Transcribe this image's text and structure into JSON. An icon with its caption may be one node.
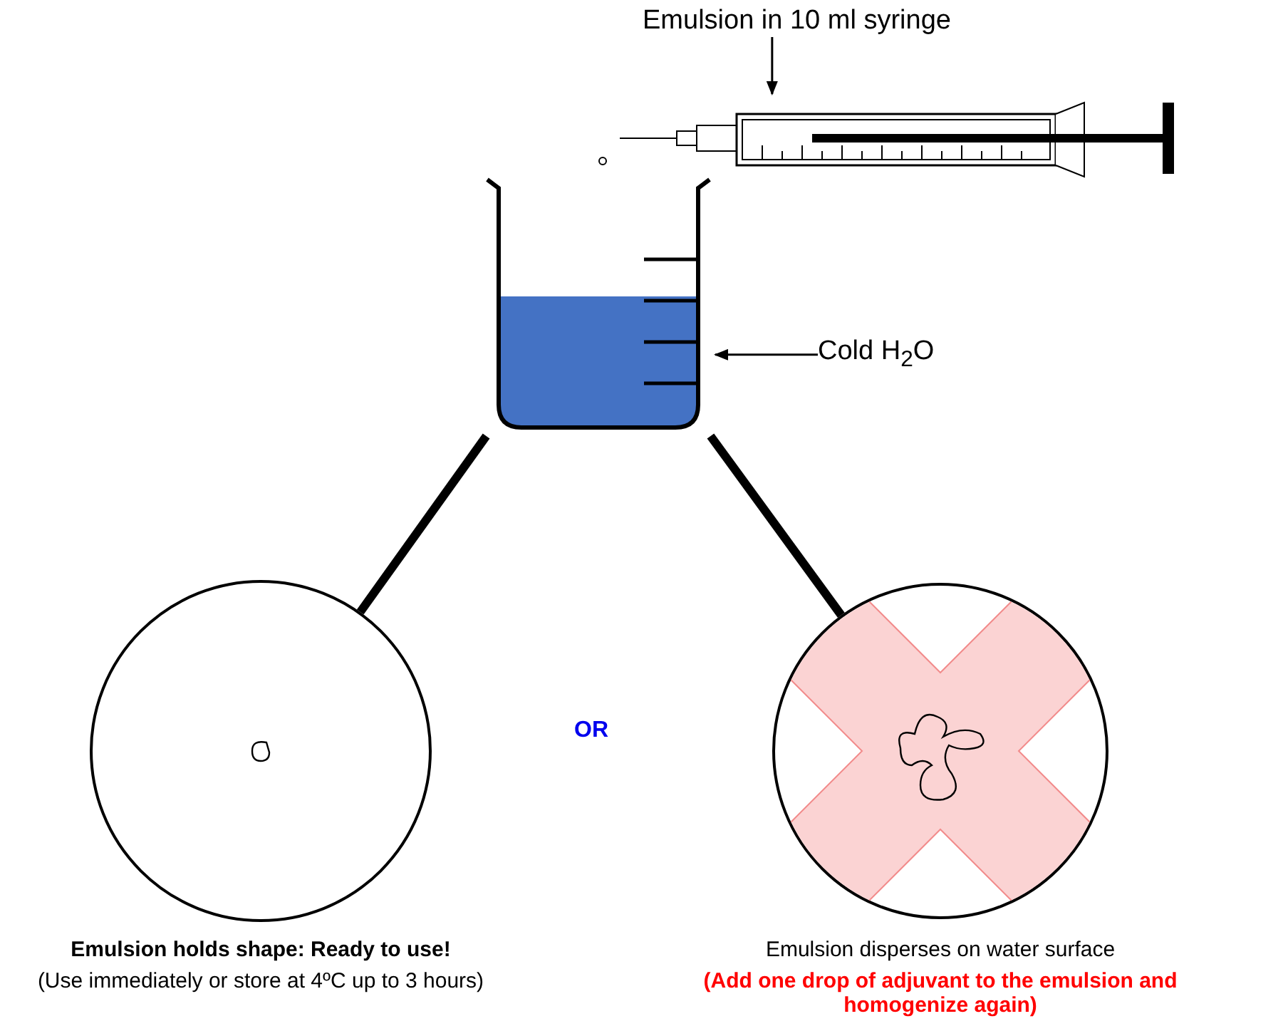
{
  "diagram": {
    "nodes": [
      {
        "text": [
          "Emulsion in 10 ml syringe"
        ]
      },
      {
        "text": [],
        "shape": "picture"
      },
      {
        "text": [],
        "shape": "picture"
      },
      {
        "text": [
          "Cold H$_{2}$O"
        ]
      },
      {
        "text": [],
        "shape": "circle",
        "beside": [
          "Emulsion holds shape: Ready to use!",
          "(Use immediately or store at 4ºC up to 3 hours)"
        ]
      },
      {
        "text": [],
        "shape": "circle",
        "beside": [
          "Emulsion disperses on water surface",
          "(Add one drop of adjuvant to the emulsion and homogenize again)"
        ]
      }
    ],
    "edges": [
      {
        "from": 0,
        "to": 1,
        "arrow": "to"
      },
      {
        "from": 3,
        "to": 2,
        "arrow": "to"
      },
      {
        "from": 2,
        "to": 4,
        "arrow": "none",
        "style": "thick"
      },
      {
        "from": 2,
        "to": 5,
        "arrow": "none",
        "style": "thick"
      }
    ],
    "labels": [
      "OR"
    ]
  }
}
